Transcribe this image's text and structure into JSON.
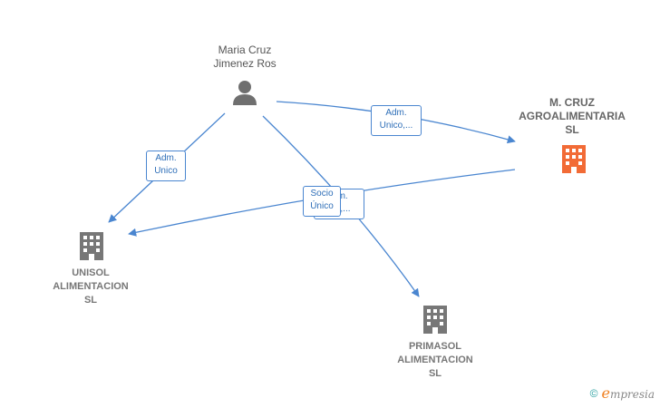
{
  "colors": {
    "edge": "#4a86d0",
    "company": "#777777",
    "company_main": "#f26b36",
    "person": "#6f6f6f"
  },
  "nodes": {
    "person": {
      "label": "Maria Cruz\nJimenez Ros",
      "icon": "person-icon"
    },
    "main_company": {
      "label": "M.  CRUZ\nAGROALIMENTARIA\nSL",
      "icon": "building-icon"
    },
    "unisol": {
      "label": "UNISOL\nALIMENTACION\nSL",
      "icon": "building-icon"
    },
    "primasol": {
      "label": "PRIMASOL\nALIMENTACION\nSL",
      "icon": "building-icon"
    }
  },
  "edges": {
    "person_to_main": "Adm.\nUnico,...",
    "person_to_unisol": "Adm.\nUnico",
    "person_to_primasol_back": "...m.\n...o,...",
    "person_to_primasol_front": "Socio\nÚnico"
  },
  "footer": {
    "copyright": "©",
    "brand_first": "e",
    "brand_rest": "mpresia"
  }
}
